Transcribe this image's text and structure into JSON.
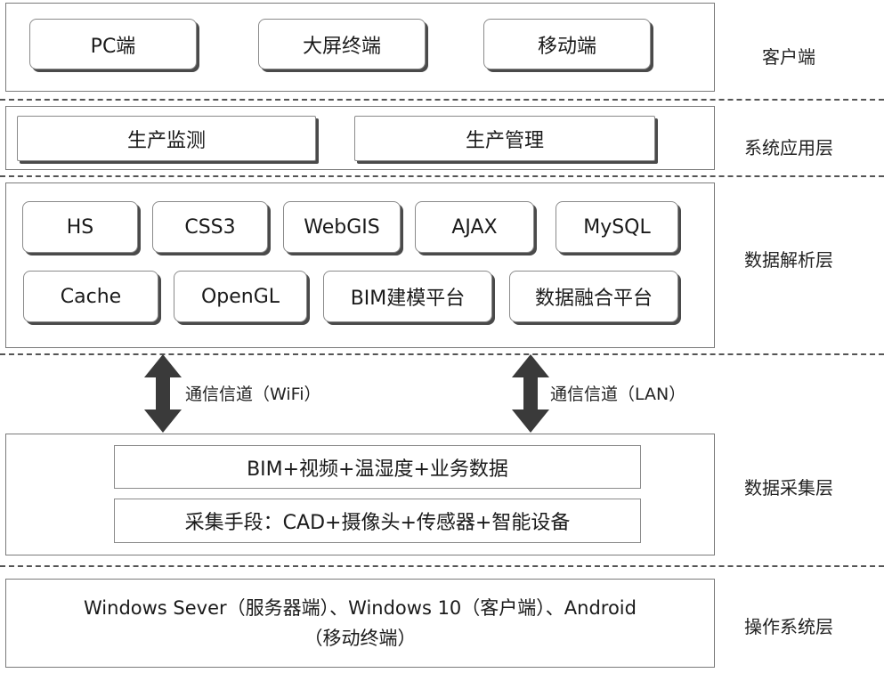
{
  "client": {
    "label": "客户端",
    "items": [
      "PC端",
      "大屏终端",
      "移动端"
    ]
  },
  "app": {
    "label": "系统应用层",
    "items": [
      "生产监测",
      "生产管理"
    ]
  },
  "parse": {
    "label": "数据解析层",
    "row1": [
      "HS",
      "CSS3",
      "WebGIS",
      "AJAX",
      "MySQL"
    ],
    "row2": [
      "Cache",
      "OpenGL",
      "BIM建模平台",
      "数据融合平台"
    ]
  },
  "channels": {
    "wifi": "通信信道（WiFi）",
    "lan": "通信信道（LAN）"
  },
  "collect": {
    "label": "数据采集层",
    "data": "BIM+视频+温湿度+业务数据",
    "means": "采集手段：CAD+摄像头+传感器+智能设备"
  },
  "os": {
    "label": "操作系统层",
    "line1": "Windows Sever（服务器端）、Windows 10（客户端）、Android",
    "line2": "（移动终端）"
  }
}
